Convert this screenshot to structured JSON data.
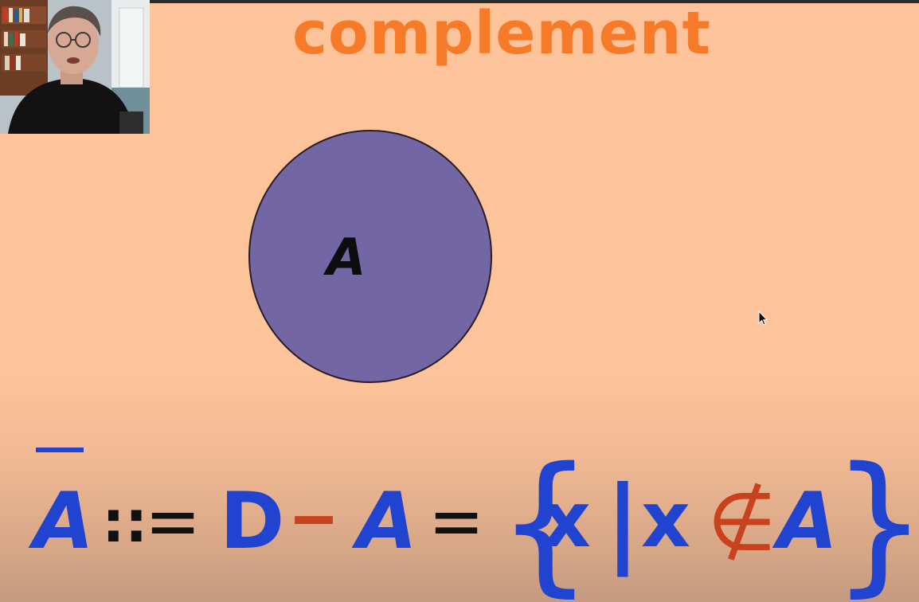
{
  "slide": {
    "title": "complement",
    "diagram": {
      "set_label": "A",
      "fill_color": "#7266a5"
    },
    "formula": {
      "lhs": "A",
      "define_colons": "::",
      "define_equals": "=",
      "universe": "D",
      "minus": "−",
      "set_a": "A",
      "equals": "=",
      "open_brace": "{",
      "element_x": "x",
      "bar": "|",
      "element_x2": "x",
      "not_in": "∉",
      "set_a2": "A",
      "close_brace": "}"
    },
    "colors": {
      "background": "#fdc49b",
      "title": "#f77a28",
      "blue": "#2044d0",
      "red": "#c8421e",
      "black": "#111111"
    }
  },
  "webcam": {
    "icon": "presenter-webcam-thumbnail"
  },
  "cursor": {
    "icon": "mouse-pointer-icon"
  }
}
